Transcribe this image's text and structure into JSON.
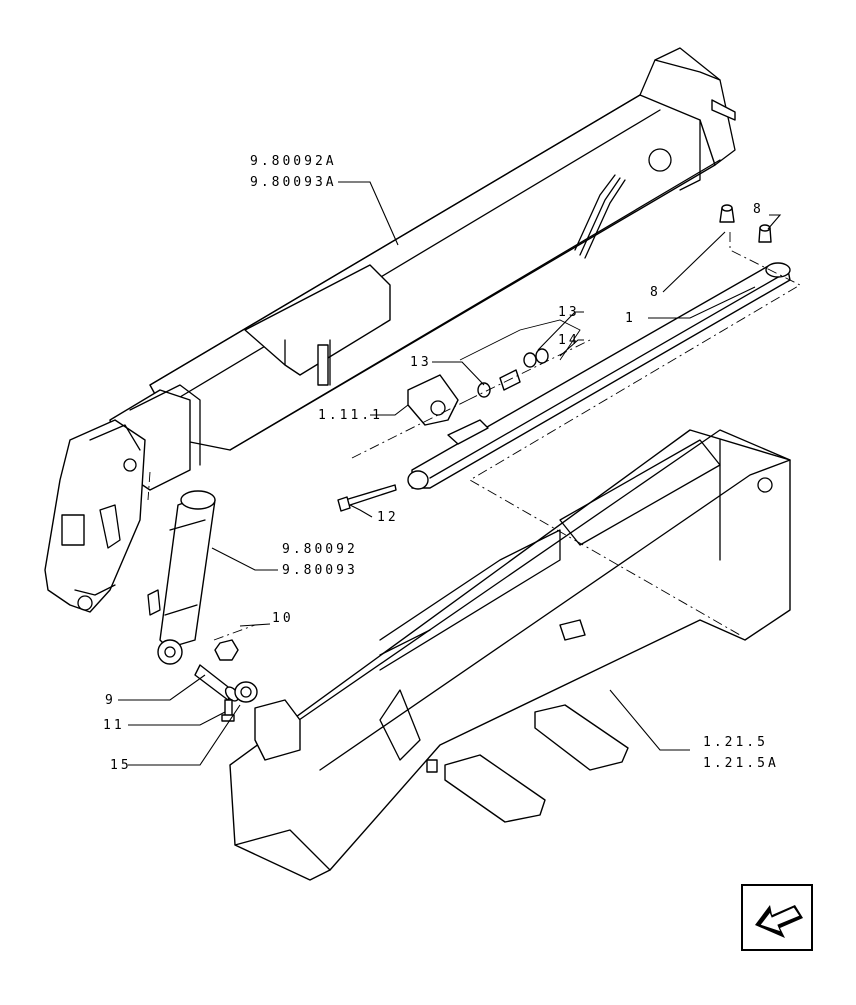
{
  "callouts": {
    "boom_ref_a": "9.80092A",
    "boom_ref_b": "9.80093A",
    "fitting_8_upper": "8",
    "fitting_8_lower": "8",
    "rod_1": "1",
    "item_13_upper": "13",
    "item_14": "14",
    "item_13_lower": "13",
    "ref_1_11_1": "1.11.1",
    "bolt_12": "12",
    "cyl_ref_a": "9.80092",
    "cyl_ref_b": "9.80093",
    "nut_10": "10",
    "pin_9": "9",
    "screw_11": "11",
    "washer_15": "15",
    "frame_ref_a": "1.21.5",
    "frame_ref_b": "1.21.5A"
  },
  "icons": {
    "nav": "arrow-down-left-icon"
  }
}
